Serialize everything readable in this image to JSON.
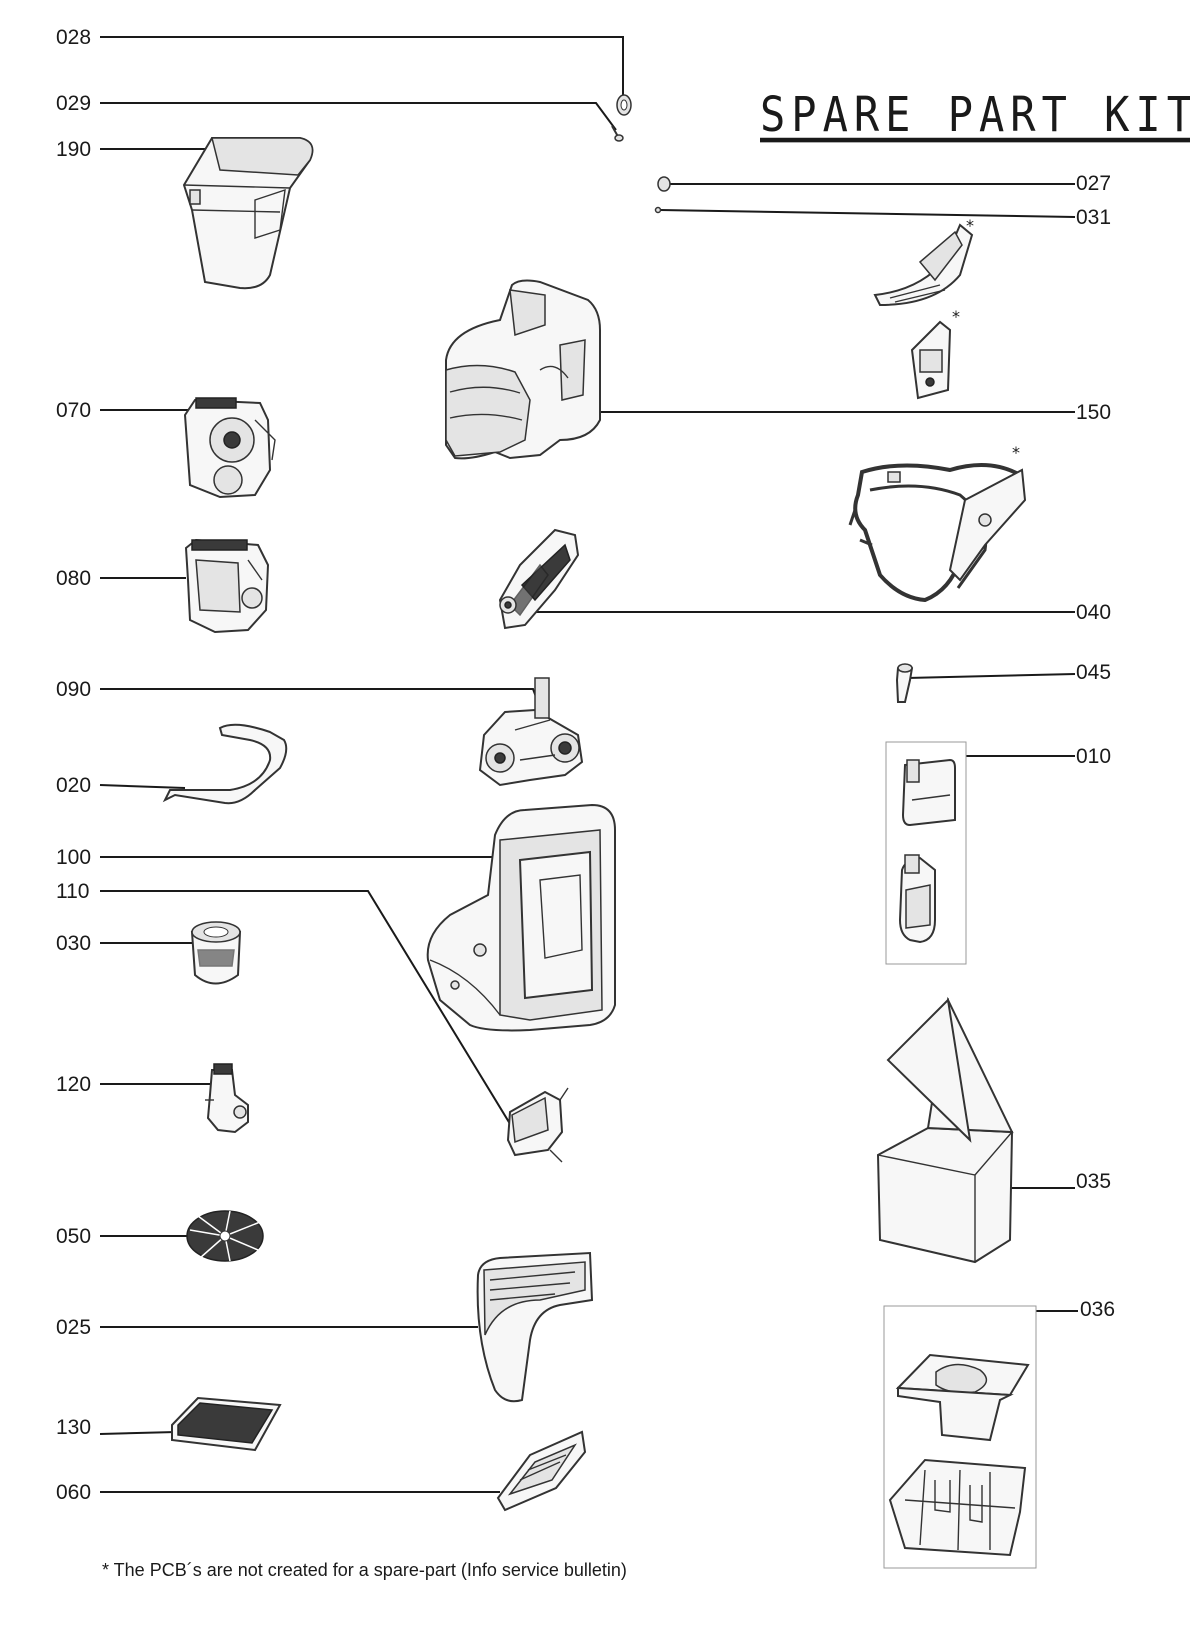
{
  "title": "SPARE PART KITS",
  "footnote": "* The PCB´s are not created for a spare-part (Info service bulletin)",
  "asterisk": "*",
  "parts_left": [
    "028",
    "029",
    "190",
    "070",
    "080",
    "090",
    "020",
    "100",
    "110",
    "030",
    "120",
    "050",
    "025",
    "130",
    "060"
  ],
  "parts_right": [
    "027",
    "031",
    "150",
    "040",
    "045",
    "010",
    "035",
    "036"
  ]
}
